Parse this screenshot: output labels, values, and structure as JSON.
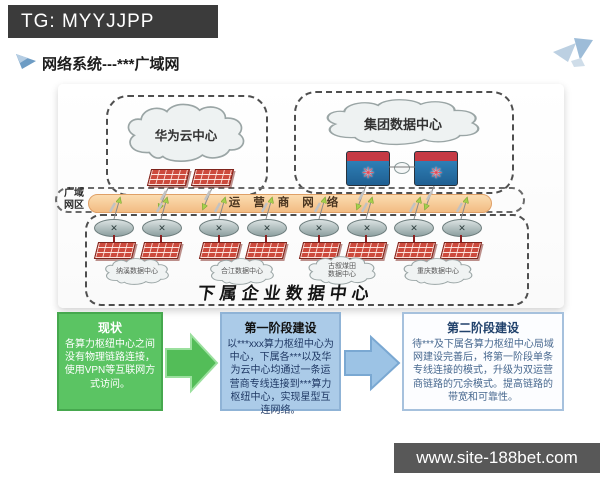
{
  "watermark_top": "TG: MYYJJPP",
  "watermark_bottom": "www.site-188bet.com",
  "page_title": "网络系统---***广域网",
  "diagram": {
    "wan_zone_line1": "广域",
    "wan_zone_line2": "网区",
    "carrier_label": "运营商网络",
    "huawei_cloud_label": "华为云中心",
    "group_dc_label": "集团数据中心",
    "enterprise_title": "下属企业数据中心",
    "datacenters": [
      {
        "line1": "纳溪数据中心",
        "line2": ""
      },
      {
        "line1": "合江数据中心",
        "line2": ""
      },
      {
        "line1": "古叙煤田",
        "line2": "数据中心"
      },
      {
        "line1": "重庆数据中心",
        "line2": ""
      }
    ]
  },
  "phases": [
    {
      "title": "现状",
      "body": "各算力枢纽中心之间没有物理链路连接，使用VPN等互联网方式访问。"
    },
    {
      "title": "第一阶段建设",
      "body": "以***xxx算力枢纽中心为中心，下属各***以及华为云中心均通过一条运营商专线连接到***算力枢纽中心，实现星型互连网络。"
    },
    {
      "title": "第二阶段建设",
      "body": "待***及下属各算力枢纽中心局域网建设完善后，将第一阶段单条专线连接的模式，升级为双运营商链路的冗余模式。提高链路的带宽和可靠性。"
    }
  ],
  "icons": {
    "router_cross": "✕",
    "core_router_star": "✳"
  },
  "colors": {
    "topbar_bg": "#3b3b3b",
    "footer_bg": "#585858",
    "carrier_orange": "#f5c58f",
    "phase_green": "#5bc463",
    "phase_blue": "#abcbe8",
    "arrow_green": "#53bd58",
    "arrow_blue": "#9cc3e5",
    "firewall_red": "#cc4a3d",
    "plane_blue": "#9dbcd8"
  }
}
